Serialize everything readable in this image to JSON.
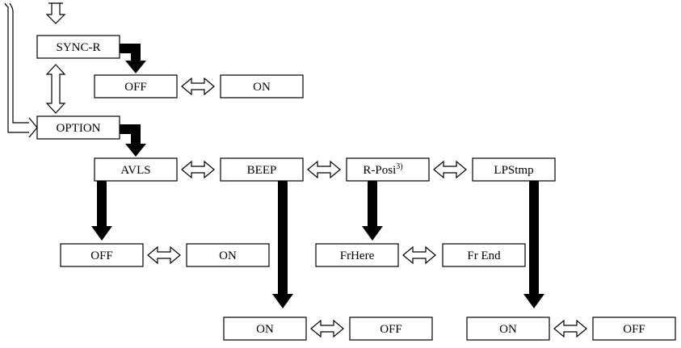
{
  "menu": {
    "sync_r": {
      "label": "SYNC-R",
      "options": [
        "OFF",
        "ON"
      ]
    },
    "option": {
      "label": "OPTION",
      "items": {
        "avls": {
          "label": "AVLS",
          "options": [
            "OFF",
            "ON"
          ]
        },
        "beep": {
          "label": "BEEP",
          "options": [
            "ON",
            "OFF"
          ]
        },
        "r_posi": {
          "label": "R-Posi",
          "footnote": "3)",
          "options": [
            "FrHere",
            "Fr End"
          ]
        },
        "lpstmp": {
          "label": "LPStmp",
          "options": [
            "ON",
            "OFF"
          ]
        }
      }
    }
  }
}
